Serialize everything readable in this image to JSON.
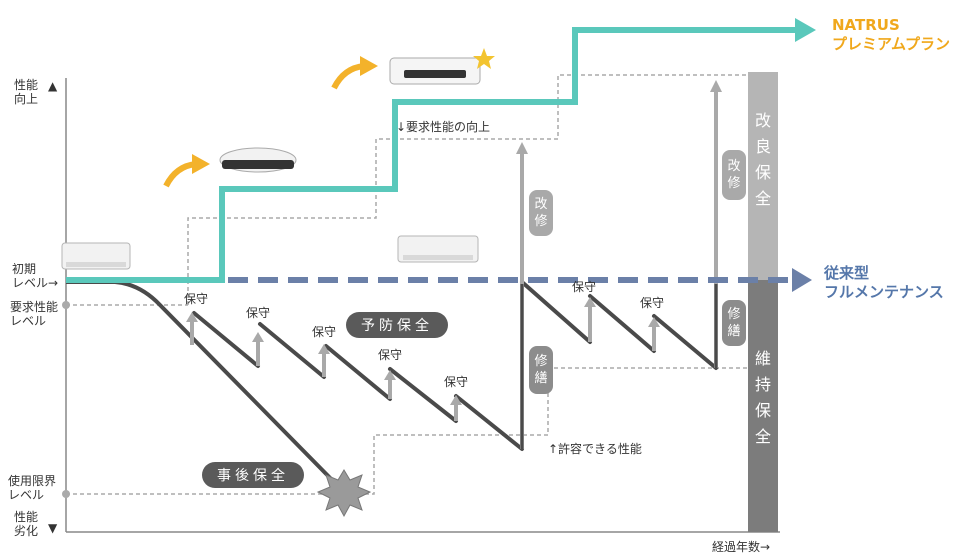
{
  "axis": {
    "y_top": "性能\n向上",
    "y_initial": "初期\nレベル→",
    "y_required": "要求性能\nレベル",
    "y_limit": "使用限界\nレベル",
    "y_bottom": "性能\n劣化",
    "x_label": "経過年数→",
    "up_arrow": "▲",
    "down_arrow": "▼"
  },
  "legend": {
    "natrus": "NATRUS\nプレミアムプラン",
    "natrus_color": "#f0a81c",
    "conventional": "従来型\nフルメンテナンス",
    "conventional_color": "#5577aa"
  },
  "annotations": {
    "required_up": "↓要求性能の向上",
    "allowable": "↑許容できる性能",
    "preventive": "予防保全",
    "after": "事後保全",
    "hoshu": "保守",
    "kaishu": "改修",
    "shuzen": "修繕"
  },
  "side_bars": {
    "improve": "改良保全",
    "maintain": "維持保全"
  },
  "colors": {
    "teal": "#5ac8bb",
    "navy_dash": "#6b80a8",
    "dark_line": "#4a4a4a",
    "gray_arrow": "#a9a9a9",
    "pill_dark": "#5a5a5a",
    "bar_light": "#b5b5b5",
    "bar_dark": "#7c7c7c",
    "accent_arrow": "#f3b22b"
  }
}
